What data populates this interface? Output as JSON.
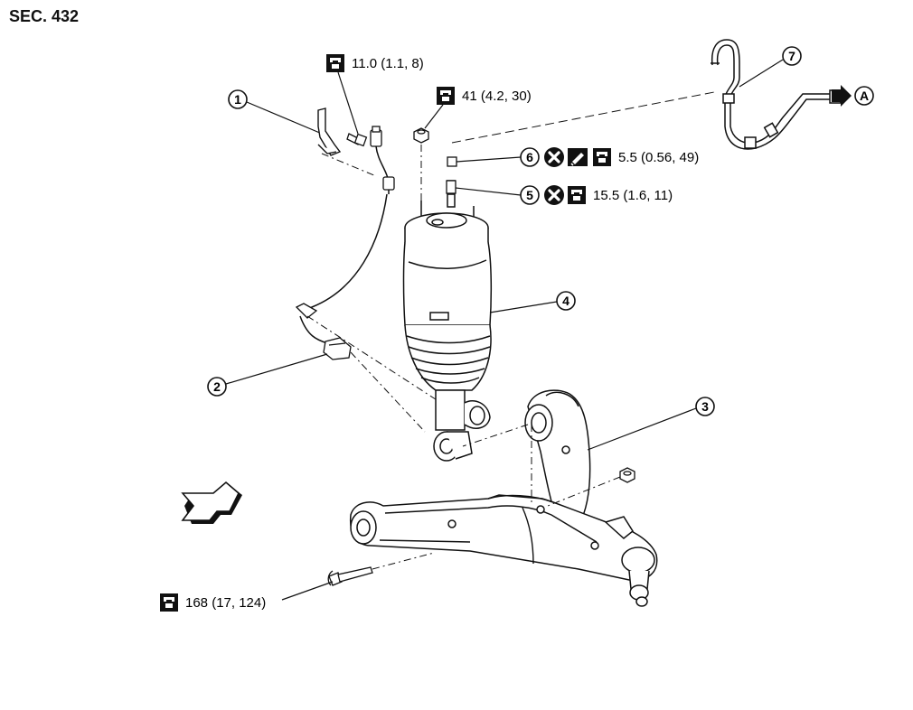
{
  "section_label": "SEC. 432",
  "torque_specs": {
    "t1": "11.0 (1.1, 8)",
    "t2": "41 (4.2, 30)",
    "t6": "5.5 (0.56, 49)",
    "t5": "15.5 (1.6, 11)",
    "t_bolt": "168 (17, 124)"
  },
  "callouts": {
    "c1": "1",
    "c2": "2",
    "c3": "3",
    "c4": "4",
    "c5": "5",
    "c6": "6",
    "c7": "7",
    "cA": "A"
  },
  "icons": {
    "torque": "torque-wrench-icon",
    "replace": "do-not-reuse-icon",
    "lubricate": "apply-oil-icon",
    "direction": "vehicle-front-arrow-icon"
  },
  "colors": {
    "line": "#111111",
    "background": "#ffffff"
  }
}
